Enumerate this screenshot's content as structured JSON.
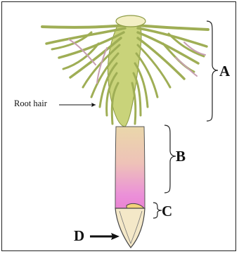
{
  "diagram": {
    "labels": {
      "root_hair": "Root hair",
      "a": "A",
      "b": "B",
      "c": "C",
      "d": "D"
    },
    "colors": {
      "hair": "#c2cf72",
      "hair_stroke": "#8a9940",
      "root_top": "#ecd8ac",
      "root_mid": "#f0b9c4",
      "root_bottom": "#e873d6",
      "cap": "#f3e7c2",
      "outline": "#333333"
    }
  }
}
